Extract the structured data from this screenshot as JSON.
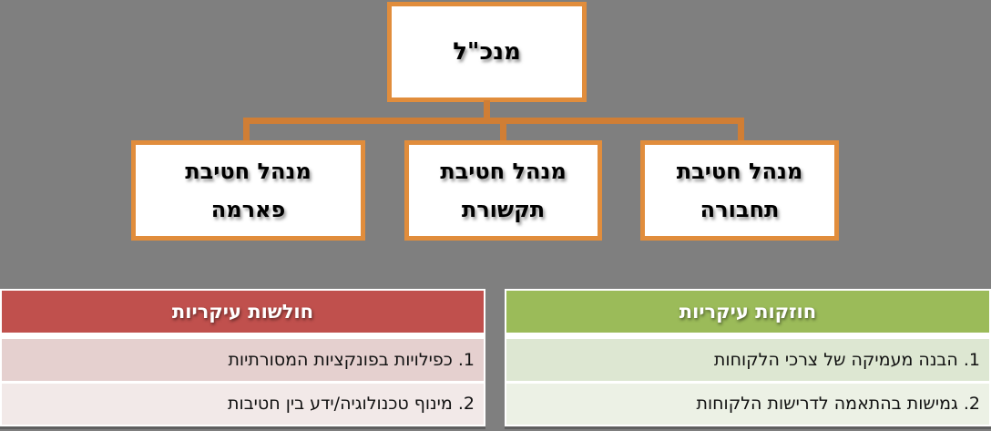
{
  "org_chart": {
    "root_label": "מנכ\"ל",
    "children": [
      {
        "id": "pharma",
        "line1": "מנהל חטיבת",
        "line2": "פארמה"
      },
      {
        "id": "telecom",
        "line1": "מנהל חטיבת",
        "line2": "תקשורת"
      },
      {
        "id": "transport",
        "line1": "מנהל חטיבת",
        "line2": "תחבורה"
      }
    ]
  },
  "tables": {
    "weaknesses": {
      "title": "חולשות עיקריות",
      "items": [
        "1. כפילויות בפונקציות המסורתיות",
        "2. מינוף טכנולוגיה/ידע בין חטיבות"
      ],
      "header_color": "#C0504D",
      "row_colors": [
        "#E5D0CF",
        "#F2E9E8"
      ]
    },
    "strengths": {
      "title": "חוזקות עיקריות",
      "items": [
        "1. הבנה מעמיקה של צרכי הלקוחות",
        "2. גמישות בהתאמה לדרישות הלקוחות"
      ],
      "header_color": "#9BBB59",
      "row_colors": [
        "#DDE7D2",
        "#ECF1E5"
      ]
    }
  },
  "colors": {
    "background": "#7F7F7F",
    "box_fill": "#FFFFFF",
    "box_border": "#E18D3C",
    "connector": "#D07E35",
    "table_outline": "#FFFFFF",
    "table_bottom_border": "#5F5F5F"
  }
}
